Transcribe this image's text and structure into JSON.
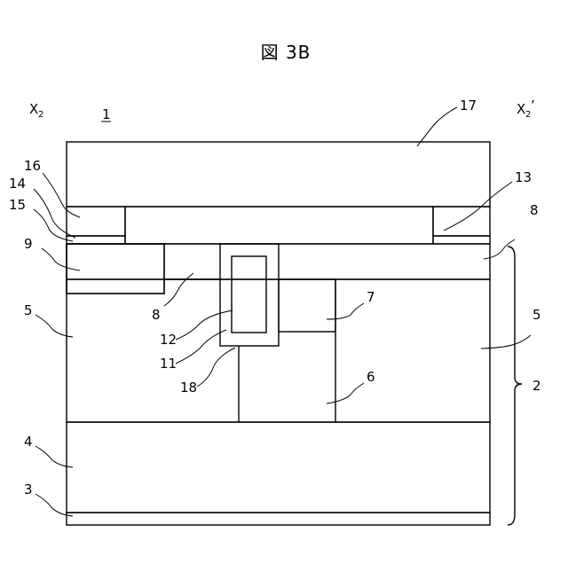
{
  "figure": {
    "title": "図 3B",
    "device_ref": "1",
    "section_left": "X",
    "section_left_sub": "2",
    "section_right": "X",
    "section_right_sub": "2",
    "section_right_prime": "’"
  },
  "labels": {
    "l17": "17",
    "l16": "16",
    "l14": "14",
    "l15": "15",
    "l13": "13",
    "l9": "9",
    "l8_right": "8",
    "l8_inner": "8",
    "l5_left": "5",
    "l5_right": "5",
    "l7": "7",
    "l12": "12",
    "l11": "11",
    "l18": "18",
    "l6": "6",
    "l2": "2",
    "l4": "4",
    "l3": "3"
  },
  "colors": {
    "hatch_dark": "#000000",
    "insulator_fill": "#ffffff",
    "dot_fill": "#555555",
    "gate_fill": "#c8c8c8"
  }
}
